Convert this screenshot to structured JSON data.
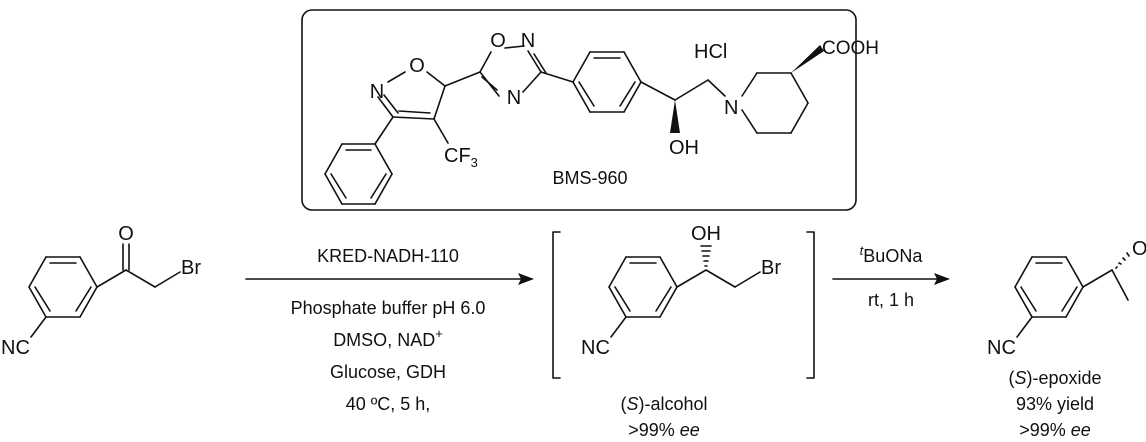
{
  "inset": {
    "compound_name": "BMS-960",
    "salt": "HCl",
    "atoms": {
      "isoxazole_O": "O",
      "isoxazole_N": "N",
      "oxadiazole_O": "O",
      "oxadiazole_N1": "N",
      "oxadiazole_N2": "N",
      "cf3": "CF",
      "cf3_sub": "3",
      "oh": "OH",
      "piperidine_N": "N",
      "cooh": "COOH"
    }
  },
  "start_material": {
    "carbonyl_O": "O",
    "br": "Br",
    "nc": "NC"
  },
  "step1": {
    "conditions": [
      "KRED-NADH-110",
      "Phosphate buffer pH 6.0",
      "DMSO, NAD",
      "Glucose, GDH",
      "40 ºC, 5 h,"
    ],
    "nad_superscript": "+"
  },
  "intermediate": {
    "oh": "OH",
    "br": "Br",
    "nc": "NC",
    "label_prefix": "(",
    "label_stereo": "S",
    "label_suffix": ")-alcohol",
    "ee_value": ">99%",
    "ee_unit": "ee"
  },
  "step2": {
    "reagent_superscript": "t",
    "reagent": "BuONa",
    "conditions": "rt, 1 h"
  },
  "product": {
    "epoxide_O": "O",
    "nc": "NC",
    "label_prefix": "(",
    "label_stereo": "S",
    "label_suffix": ")-epoxide",
    "yield": "93% yield",
    "ee_value": ">99%",
    "ee_unit": "ee"
  }
}
